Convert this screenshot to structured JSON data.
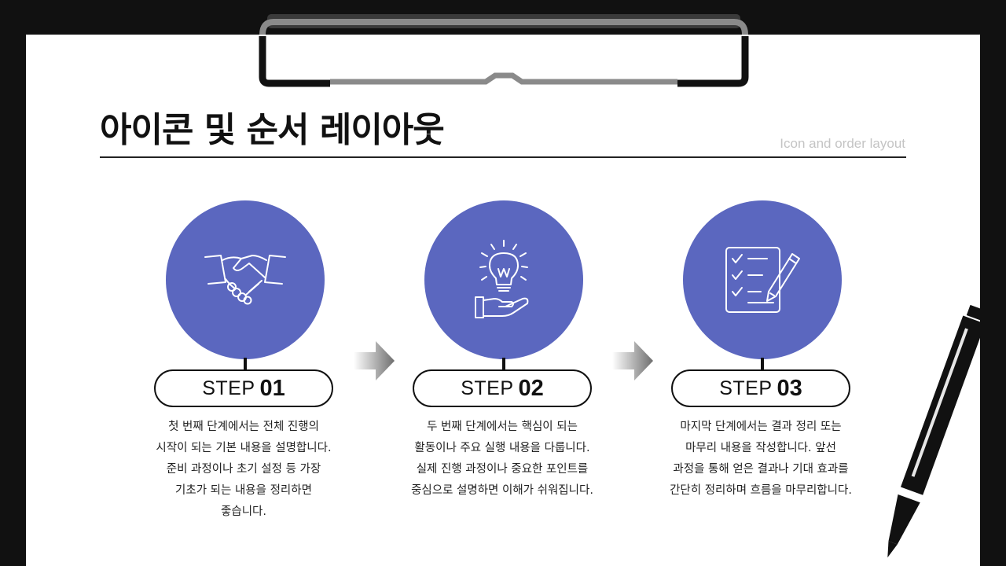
{
  "page": {
    "title": "아이콘 및 순서 레이아웃",
    "subtitle": "Icon and order layout"
  },
  "colors": {
    "background": "#111111",
    "paper": "#ffffff",
    "circle": "#5b67bf",
    "text": "#222222",
    "subtitle": "#c4c4c4"
  },
  "steps": [
    {
      "icon": "handshake-icon",
      "word": "STEP",
      "number": "01",
      "description": "첫 번째 단계에서는 전체 진행의 시작이 되는 기본 내용을 설명합니다. 준비 과정이나 초기 설정 등 가장 기초가 되는 내용을 정리하면 좋습니다."
    },
    {
      "icon": "lightbulb-hand-icon",
      "word": "STEP",
      "number": "02",
      "description": "두 번째 단계에서는 핵심이 되는 활동이나 주요 실행 내용을 다룹니다. 실제 진행 과정이나 중요한 포인트를 중심으로 설명하면 이해가 쉬워집니다."
    },
    {
      "icon": "checklist-pencil-icon",
      "word": "STEP",
      "number": "03",
      "description": "마지막 단계에서는 결과 정리 또는 마무리 내용을 작성합니다. 앞선 과정을 통해 얻은 결과나 기대 효과를 간단히 정리하며 흐름을 마무리합니다."
    }
  ]
}
